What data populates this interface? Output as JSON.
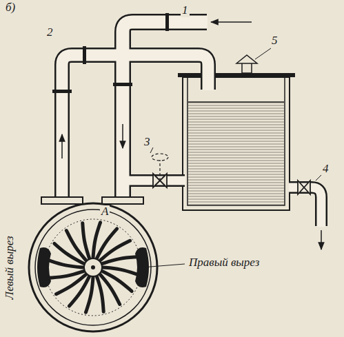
{
  "diagram": {
    "labels": [
      "б)",
      "1",
      "2",
      "5",
      "3",
      "4",
      "А",
      "Левый вырез",
      "Правый вырез"
    ]
  }
}
